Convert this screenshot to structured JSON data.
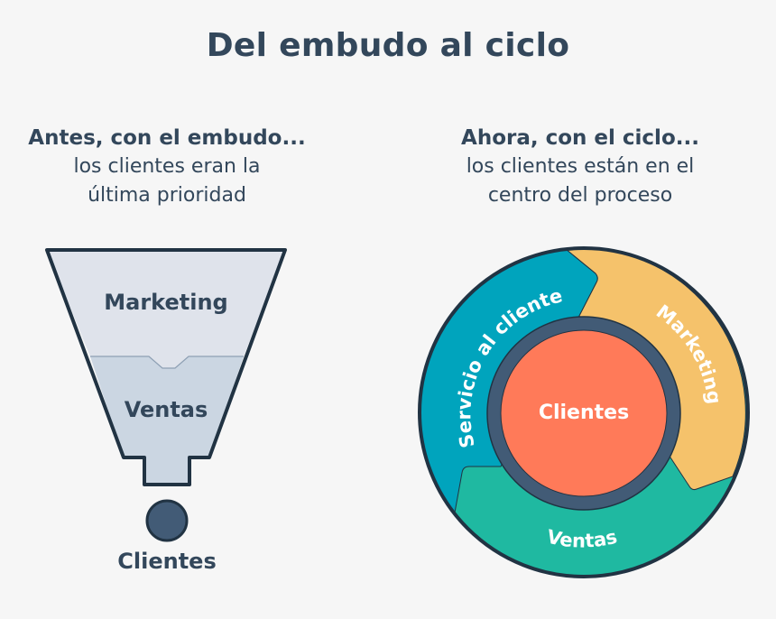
{
  "title": "Del embudo al ciclo",
  "left_panel": {
    "heading": "Antes, con el embudo...",
    "line1": "los clientes eran la",
    "line2": "última prioridad",
    "funnel": {
      "stages": [
        "Marketing",
        "Ventas"
      ],
      "output_label": "Clientes"
    }
  },
  "right_panel": {
    "heading": "Ahora, con el ciclo...",
    "line1": "los clientes están en el",
    "line2": "centro del proceso",
    "flywheel": {
      "center_label": "Clientes",
      "segments": [
        {
          "label": "Servicio al cliente",
          "color": "#00a4bd"
        },
        {
          "label": "Marketing",
          "color": "#f5c26b"
        },
        {
          "label": "Ventas",
          "color": "#1fb9a1"
        }
      ]
    }
  },
  "colors": {
    "text": "#33475b",
    "outline": "#213343",
    "funnel_top": "#dfe3eb",
    "funnel_bottom": "#cbd6e2",
    "ring": "#425b76",
    "center": "#ff7a59",
    "background": "#f6f6f6"
  }
}
